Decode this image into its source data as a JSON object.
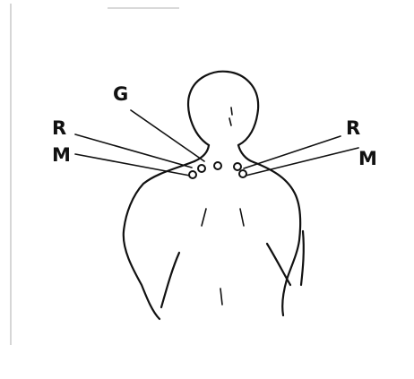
{
  "diagram": {
    "labels": {
      "ground": "G",
      "reference_left": "R",
      "measure_left": "M",
      "reference_right": "R",
      "measure_right": "M"
    }
  }
}
